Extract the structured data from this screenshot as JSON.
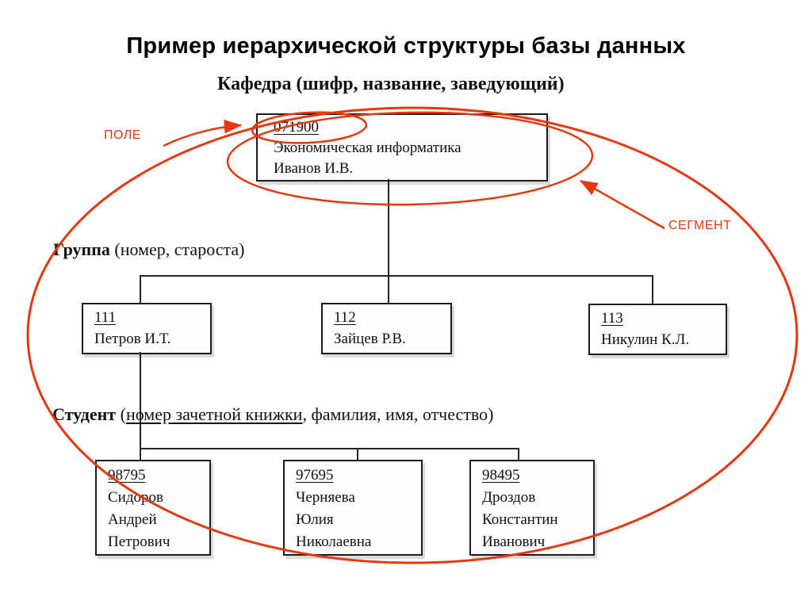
{
  "title": "Пример иерархической структуры базы данных",
  "diagram": {
    "kafedra": {
      "label": "Кафедра",
      "attrs": " (шифр, название, заведующий)",
      "record": {
        "code": "071900",
        "name": "Экономическая информатика",
        "head": "Иванов И.В."
      }
    },
    "gruppa": {
      "label": "Группа",
      "attrs": " (номер, староста)",
      "records": [
        {
          "code": "111",
          "name": "Петров И.Т."
        },
        {
          "code": "112",
          "name": "Зайцев Р.В."
        },
        {
          "code": "113",
          "name": "Никулин К.Л."
        }
      ]
    },
    "student": {
      "label": "Студент",
      "paren_open": " (",
      "attr_key_underlined": "номер зачетной книжки",
      "attrs_rest": ", фамилия, имя, отчество)",
      "records": [
        {
          "code": "98795",
          "lines": [
            "Сидоров",
            "Андрей",
            "Петрович"
          ]
        },
        {
          "code": "97695",
          "lines": [
            "Черняева",
            "Юлия",
            "Николаевна"
          ]
        },
        {
          "code": "98495",
          "lines": [
            "Дроздов",
            "Константин",
            "Иванович"
          ]
        }
      ]
    }
  },
  "annotations": {
    "pole_label": "ПОЛЕ",
    "segment_label": "СЕГМЕНТ",
    "red_color": "#e8370e",
    "line_color": "#262626"
  }
}
